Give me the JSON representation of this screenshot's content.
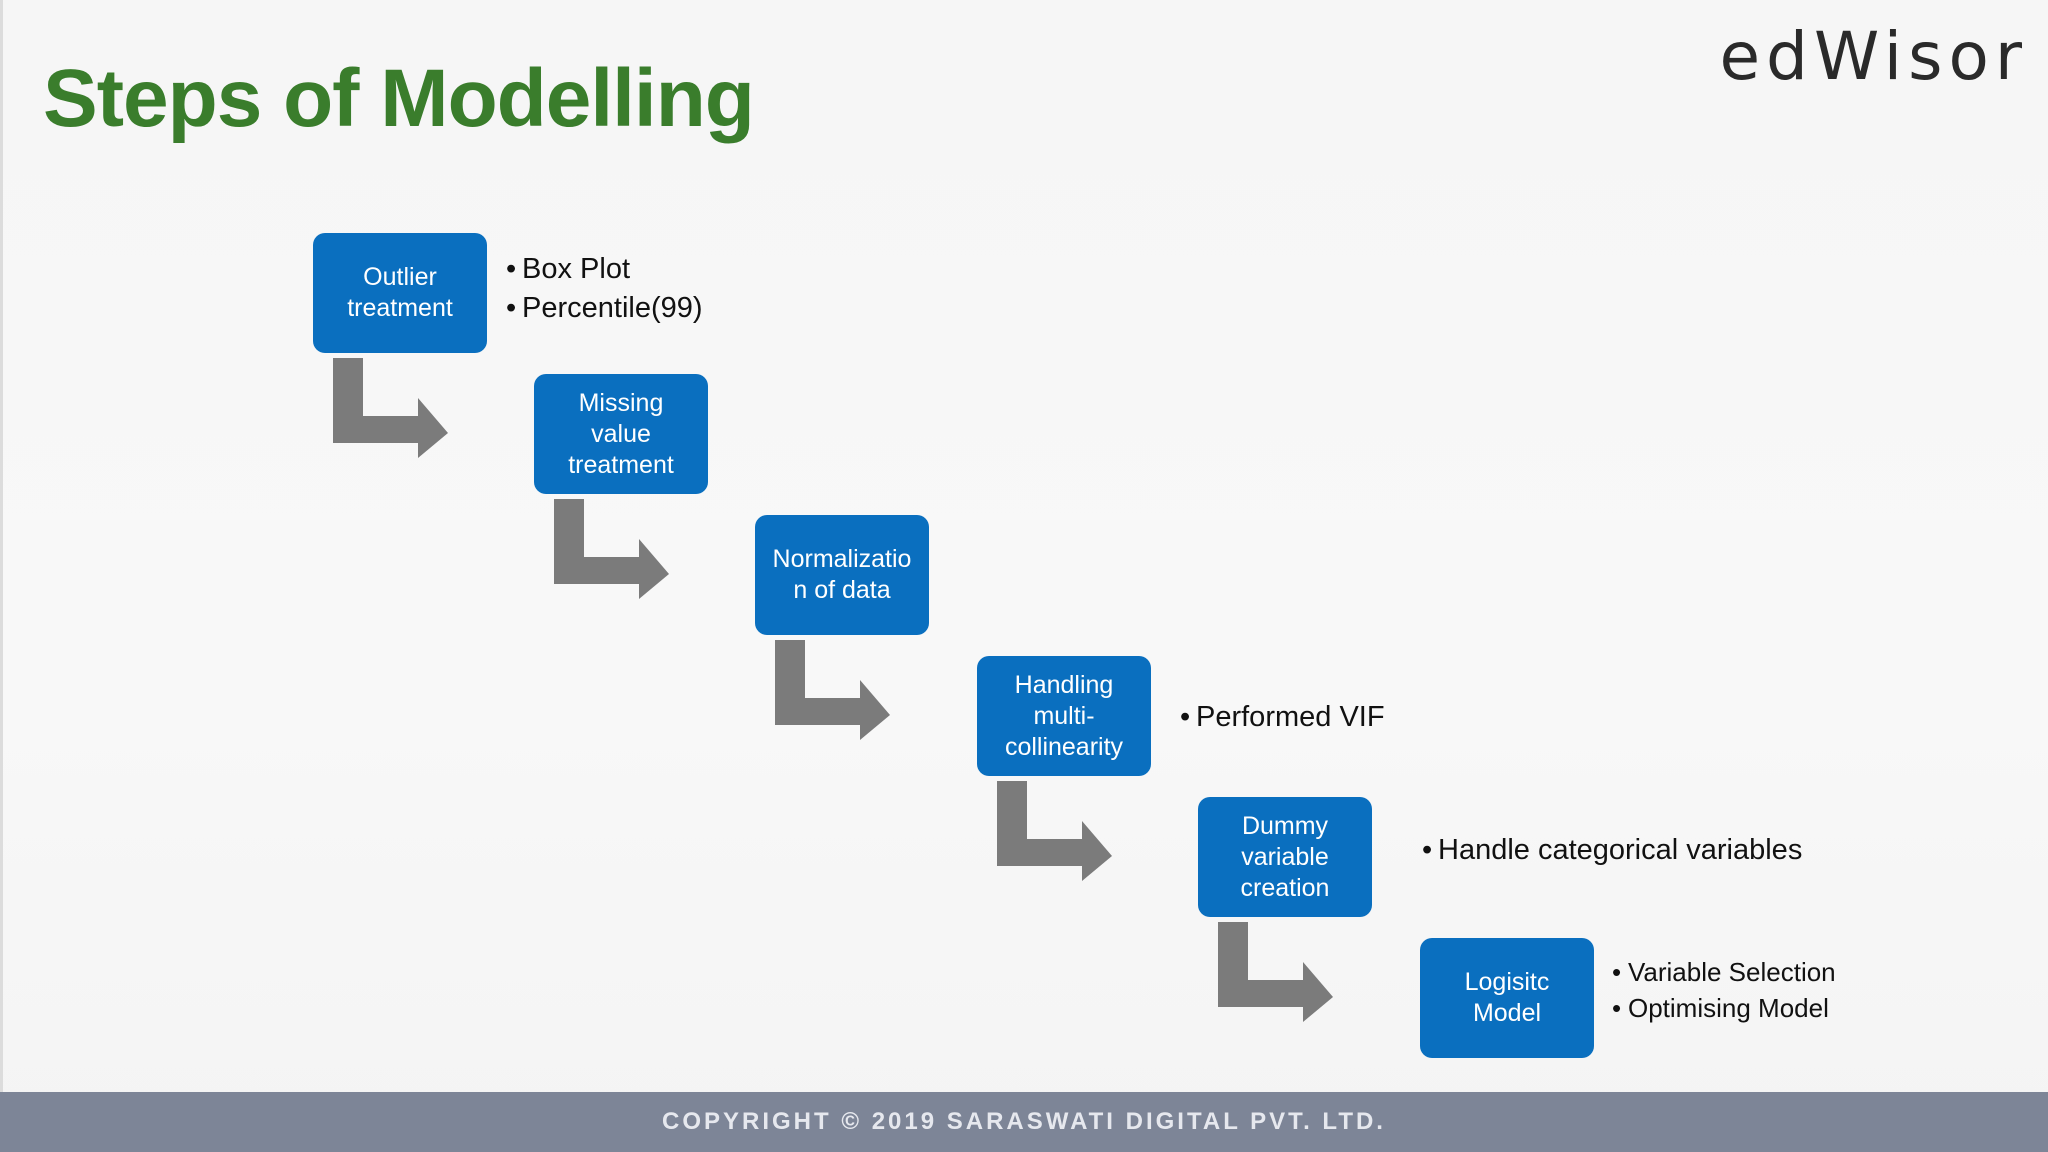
{
  "header": {
    "title": "Steps of Modelling",
    "logo_text": "edWisor"
  },
  "steps": [
    {
      "label": "Outlier\ntreatment",
      "bullets": [
        "Box Plot",
        "Percentile(99)"
      ]
    },
    {
      "label": "Missing\nvalue\ntreatment",
      "bullets": []
    },
    {
      "label": "Normalizatio\nn of data",
      "bullets": []
    },
    {
      "label": "Handling\nmulti-\ncollinearity",
      "bullets": [
        "Performed VIF"
      ]
    },
    {
      "label": "Dummy\nvariable\ncreation",
      "bullets": [
        "Handle categorical variables"
      ]
    },
    {
      "label": "Logisitc\nModel",
      "bullets": [
        "Variable Selection",
        "Optimising Model"
      ]
    }
  ],
  "footer": {
    "copyright": "COPYRIGHT © 2019 SARASWATI DIGITAL PVT. LTD."
  },
  "colors": {
    "title_green": "#3a7d2c",
    "box_blue": "#0a6fbf",
    "arrow_gray": "#7b7b7b",
    "footer_bg": "#7d8597"
  }
}
